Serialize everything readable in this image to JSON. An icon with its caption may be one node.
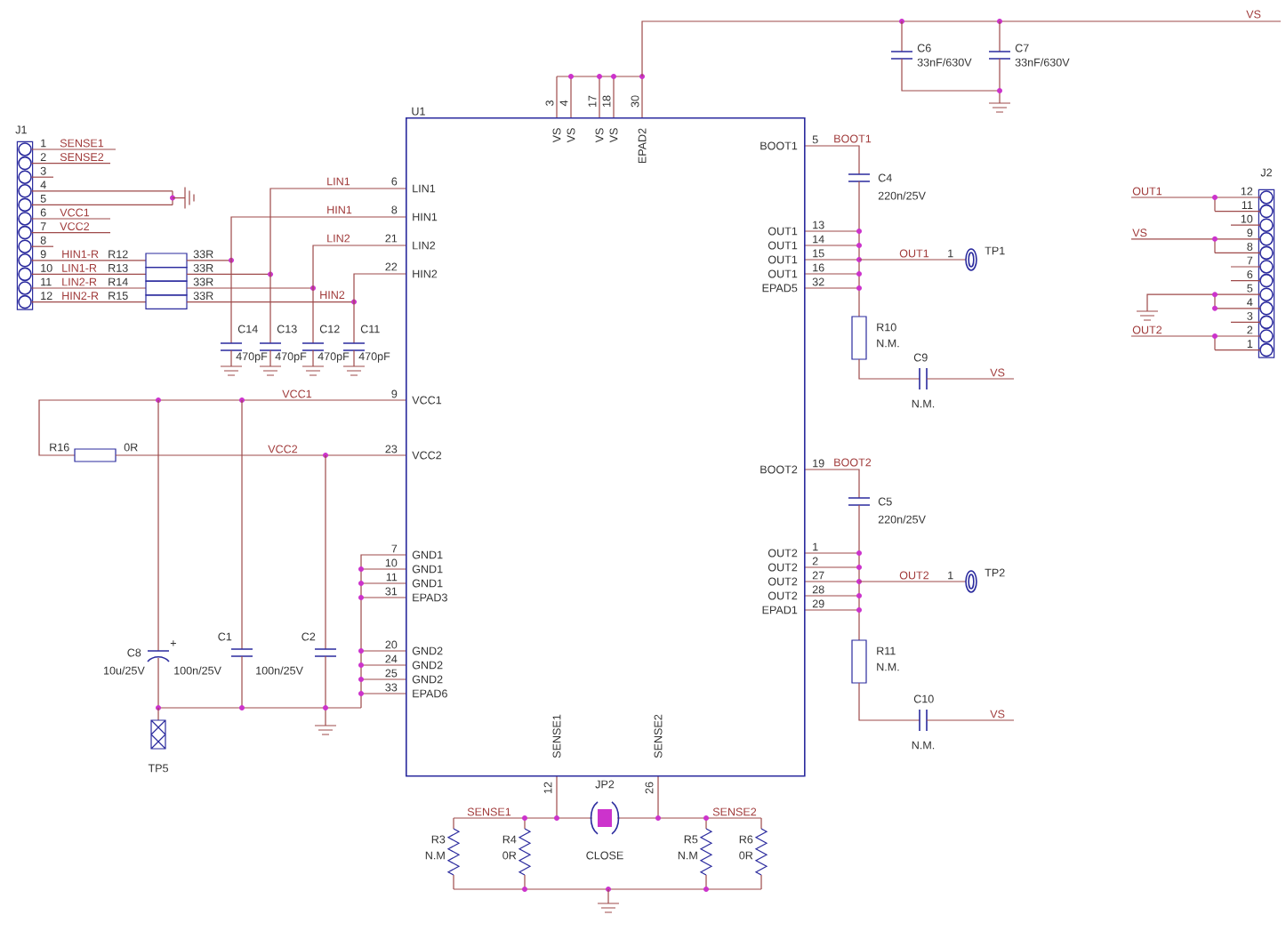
{
  "diagram": {
    "nodes": [
      {
        "text": [
          "U1"
        ]
      }
    ],
    "labels": [
      "J1",
      "1",
      "SENSE1",
      "2",
      "SENSE2",
      "3",
      "4",
      "5",
      "6",
      "VCC1",
      "7",
      "VCC2",
      "8",
      "9",
      "HIN1-R",
      "10",
      "LIN1-R",
      "11",
      "LIN2-R",
      "12",
      "HIN2-R",
      "R12",
      "33R",
      "R13",
      "33R",
      "R14",
      "33R",
      "R15",
      "33R",
      "LIN1",
      "6",
      "HIN1",
      "8",
      "LIN2",
      "21",
      "22",
      "HIN2",
      "C14",
      "470pF",
      "C13",
      "470pF",
      "C12",
      "470pF",
      "C11",
      "470pF",
      "LIN1",
      "HIN1",
      "LIN2",
      "HIN2",
      "VCC1",
      "9",
      "VCC1",
      "R16",
      "0R",
      "VCC2",
      "23",
      "VCC2",
      "7",
      "GND1",
      "10",
      "GND1",
      "11",
      "GND1",
      "31",
      "EPAD3",
      "20",
      "GND2",
      "24",
      "GND2",
      "25",
      "GND2",
      "33",
      "EPAD6",
      "C8",
      "10u/25V",
      "+",
      "C1",
      "100n/25V",
      "C2",
      "100n/25V",
      "TP5",
      "3",
      "4",
      "17",
      "18",
      "30",
      "VS",
      "VS",
      "VS",
      "VS",
      "EPAD2",
      "VS",
      "C6",
      "33nF/630V",
      "C7",
      "33nF/630V",
      "BOOT1",
      "5",
      "BOOT1",
      "C4",
      "220n/25V",
      "13",
      "OUT1",
      "14",
      "OUT1",
      "15",
      "OUT1",
      "16",
      "OUT1",
      "32",
      "EPAD5",
      "OUT1",
      "1",
      "TP1",
      "R10",
      "N.M.",
      "C9",
      "VS",
      "N.M.",
      "BOOT2",
      "19",
      "BOOT2",
      "C5",
      "220n/25V",
      "1",
      "OUT2",
      "2",
      "OUT2",
      "27",
      "OUT2",
      "28",
      "OUT2",
      "29",
      "EPAD1",
      "OUT2",
      "1",
      "TP2",
      "R11",
      "N.M.",
      "C10",
      "VS",
      "N.M.",
      "SENSE1",
      "SENSE2",
      "12",
      "JP2",
      "26",
      "SENSE1",
      "SENSE2",
      "R3",
      "N.M",
      "R4",
      "0R",
      "CLOSE",
      "R5",
      "N.M",
      "R6",
      "0R",
      "J2",
      "OUT1",
      "12",
      "11",
      "10",
      "9",
      "8",
      "7",
      "6",
      "5",
      "4",
      "3",
      "2",
      "1",
      "VS",
      "OUT2"
    ]
  }
}
